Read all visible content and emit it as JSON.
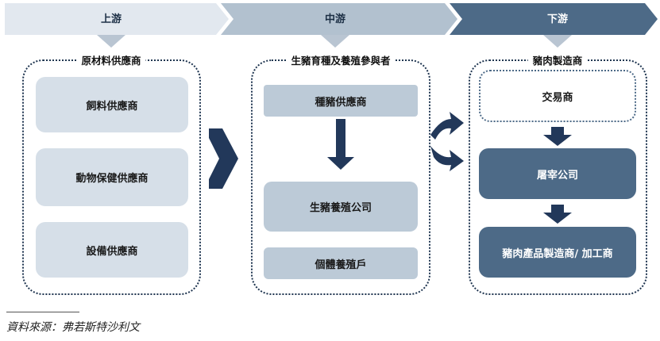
{
  "stages": [
    {
      "label": "上游",
      "color": "#e2e8ef",
      "text_color": "#1c2f45"
    },
    {
      "label": "中游",
      "color": "#b2c1cf",
      "text_color": "#1c2f45"
    },
    {
      "label": "下游",
      "color": "#4d6a87",
      "text_color": "#ffffff"
    }
  ],
  "upstream": {
    "title": "原材料供應商",
    "items": [
      "飼料供應商",
      "動物保健供應商",
      "設備供應商"
    ]
  },
  "midstream": {
    "title": "生豬育種及養殖參與者",
    "items": [
      "種豬供應商",
      "生豬養殖公司",
      "個體養殖戶"
    ]
  },
  "downstream": {
    "title": "豬肉製造商",
    "items": [
      "交易商",
      "屠宰公司",
      "豬肉產品製造商/ 加工商"
    ]
  },
  "colors": {
    "arrow_dark": "#22385a",
    "light_box": "#d6dfe8",
    "mid_box": "#bccad7",
    "dark_box": "#4d6a87",
    "dotted_border": "#1f3550"
  },
  "source": "資料來源：弗若斯特沙利文"
}
